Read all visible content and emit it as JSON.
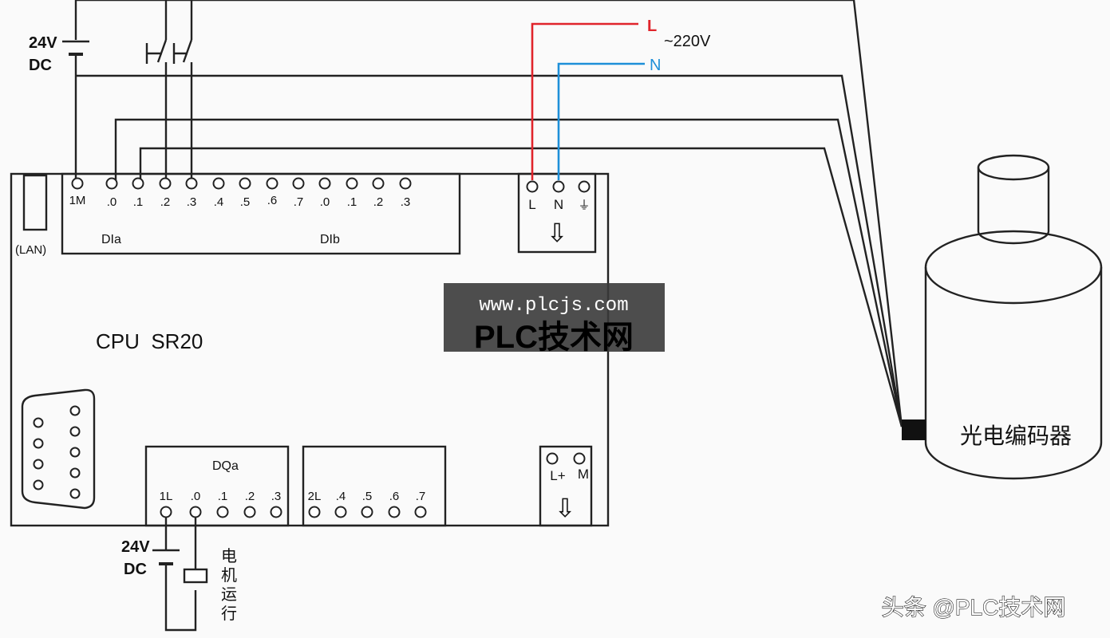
{
  "supply_top": {
    "voltage": "24V",
    "type": "DC"
  },
  "supply_bottom": {
    "voltage": "24V",
    "type": "DC"
  },
  "mains": {
    "l": "L",
    "n": "N",
    "voltage": "~220V"
  },
  "plc": {
    "model": "CPU  SR20",
    "lan": "(LAN)",
    "di_terminals": [
      "1M",
      ".0",
      ".1",
      ".2",
      ".3",
      ".4",
      ".5",
      ".6",
      ".7",
      ".0",
      ".1",
      ".2",
      ".3"
    ],
    "dia": "DIa",
    "dib": "DIb",
    "power_terminals": [
      "L",
      "N",
      "⏚"
    ],
    "dqa": "DQa",
    "dqa_terminals": [
      "1L",
      ".0",
      ".1",
      ".2",
      ".3"
    ],
    "dqb_terminals": [
      "2L",
      ".4",
      ".5",
      ".6",
      ".7"
    ],
    "sensor_terminals": [
      "L+",
      "M"
    ],
    "arrow": "⇩"
  },
  "encoder": {
    "label": "光电编码器"
  },
  "motor_run": {
    "label": [
      "电",
      "机",
      "运",
      "行"
    ]
  },
  "watermark": {
    "url": "www.plcjs.com",
    "name": "PLC技术网"
  },
  "credit": "头条 @PLC技术网",
  "colors": {
    "line_l": "#e0242b",
    "line_n": "#1e8fd8",
    "wire": "#222222",
    "watermark_bg": "#3a3a3a"
  }
}
